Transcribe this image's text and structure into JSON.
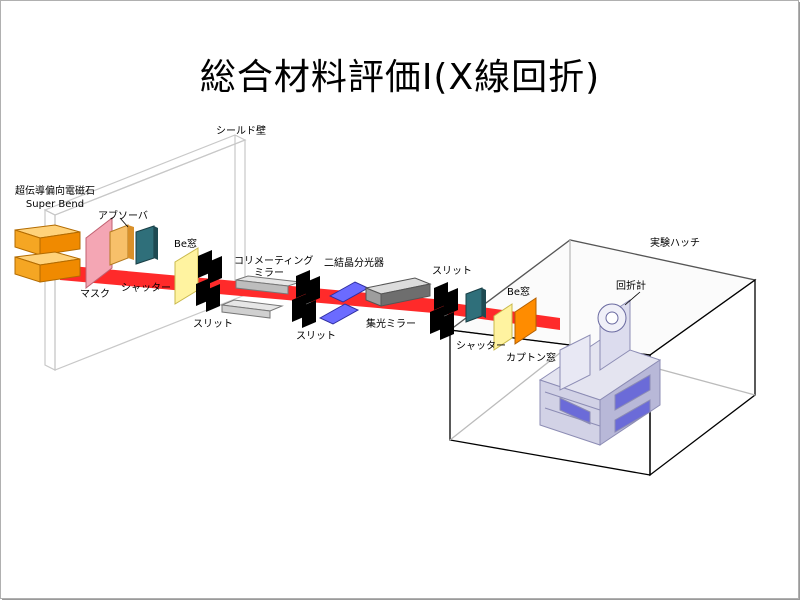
{
  "title": "総合材料評価Ⅰ(X線回折)",
  "labels": {
    "shield_wall": "シールド壁",
    "magnet_jp": "超伝導偏向電磁石",
    "magnet_en": "Super Bend",
    "absorber": "アブソーバ",
    "mask": "マスク",
    "shutter1": "シャッター",
    "be_window1": "Be窓",
    "slit1": "スリット",
    "collimating_mirror_1": "コリメーティング",
    "collimating_mirror_2": "ミラー",
    "slit2": "スリット",
    "double_crystal": "二結晶分光器",
    "focus_mirror": "集光ミラー",
    "slit3": "スリット",
    "shutter2": "シャッター",
    "be_window2": "Be窓",
    "kapton_window": "カプトン窓",
    "hutch": "実験ハッチ",
    "diffractometer": "回折計"
  },
  "colors": {
    "beam": "#ff2a2a",
    "magnet": "#f5a623",
    "mask": "#f4a6b4",
    "be_window": "#fff3a0",
    "kapton": "#ff8c00",
    "shutter": "#2f6f7a",
    "crystal": "#6b6bff"
  }
}
